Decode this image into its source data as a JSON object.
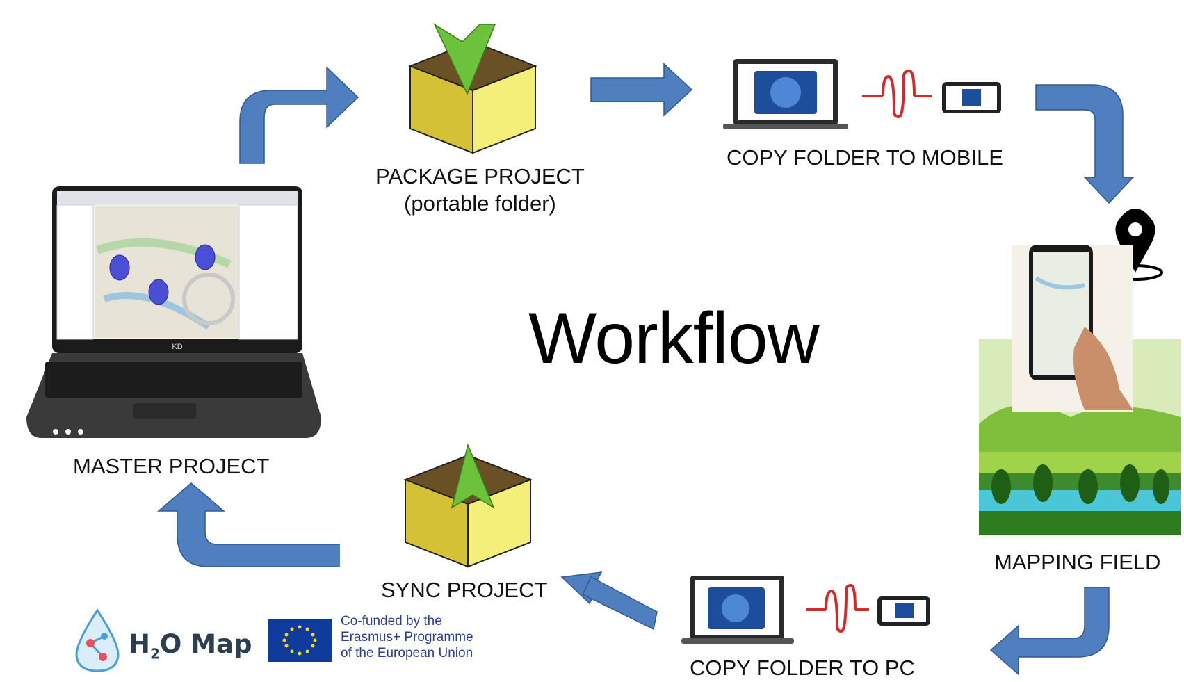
{
  "title": "Workflow",
  "steps": {
    "master": "MASTER PROJECT",
    "package_line1": "PACKAGE PROJECT",
    "package_line2": "(portable folder)",
    "copy_mobile": "COPY FOLDER TO MOBILE",
    "mapping": "MAPPING FIELD",
    "copy_pc": "COPY FOLDER TO PC",
    "sync": "SYNC PROJECT"
  },
  "laptop_brand": "KD",
  "logo": {
    "name_prefix": "H",
    "name_sub": "2",
    "name_suffix": "O Map"
  },
  "eu": {
    "line1": "Co-funded by the",
    "line2": "Erasmus+ Programme",
    "line3": "of the European Union"
  },
  "colors": {
    "arrow": "#4f7fbf",
    "arrow_stroke": "#2f5a95",
    "box_yellow": "#e8dc5a",
    "box_green": "#6cc23a",
    "cable": "#d42a2a"
  }
}
